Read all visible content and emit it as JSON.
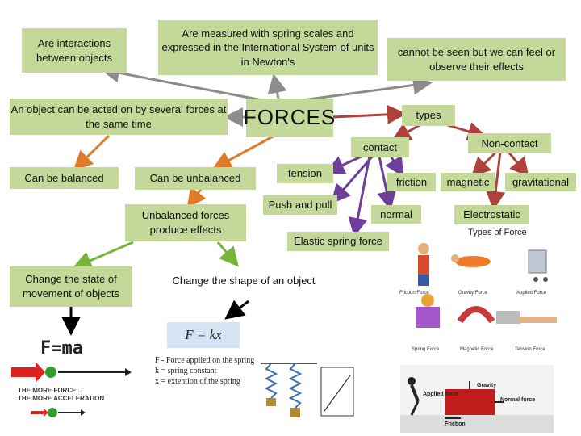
{
  "central": "FORCES",
  "nodes": {
    "interactions": "Are interactions between objects",
    "measured": "Are measured with spring scales and expressed in the International System of units in Newton's",
    "cannot_seen": "cannot be seen  but we can feel or observe their effects",
    "several": "An object can be acted on by several forces at the same time",
    "types": "types",
    "contact": "contact",
    "non_contact": "Non-contact",
    "balanced": "Can be balanced",
    "unbalanced": "Can be unbalanced",
    "tension": "tension",
    "friction": "friction",
    "magnetic": "magnetic",
    "gravitational": "gravitational",
    "push_pull": "Push and pull",
    "normal": "normal",
    "electrostatic": "Electrostatic",
    "unbalanced_effects": "Unbalanced forces produce effects",
    "elastic": "Elastic spring force",
    "change_state": "Change the state of movement of objects",
    "change_shape": "Change the shape of an object"
  },
  "formulas": {
    "fma": "F=ma",
    "more_force_1": "THE MORE FORCE...",
    "more_force_2": "THE MORE ACCELERATION",
    "hooke": "F = kx",
    "legend_1": "F   - Force applied on the spring",
    "legend_2": "k = spring constant",
    "legend_3": "x = extention of the spring"
  },
  "types_image": {
    "title": "Types of Force",
    "labels": [
      "Friction Force",
      "Gravity Force",
      "Applied Force",
      "Spring Force",
      "Magnetic Force",
      "Tension Force"
    ]
  },
  "block_image": {
    "gravity": "Gravity",
    "applied": "Applied force",
    "normal": "Normal force",
    "friction": "Friction"
  },
  "colors": {
    "green_box": "#c4d89a",
    "arrow_gray": "#8c8c8c",
    "arrow_red": "#b0403b",
    "arrow_purple": "#6e3f9a",
    "arrow_orange": "#e07b2a",
    "arrow_green": "#79b43a",
    "arrow_black": "#000000",
    "arrow_blue": "#7fa9d8"
  }
}
